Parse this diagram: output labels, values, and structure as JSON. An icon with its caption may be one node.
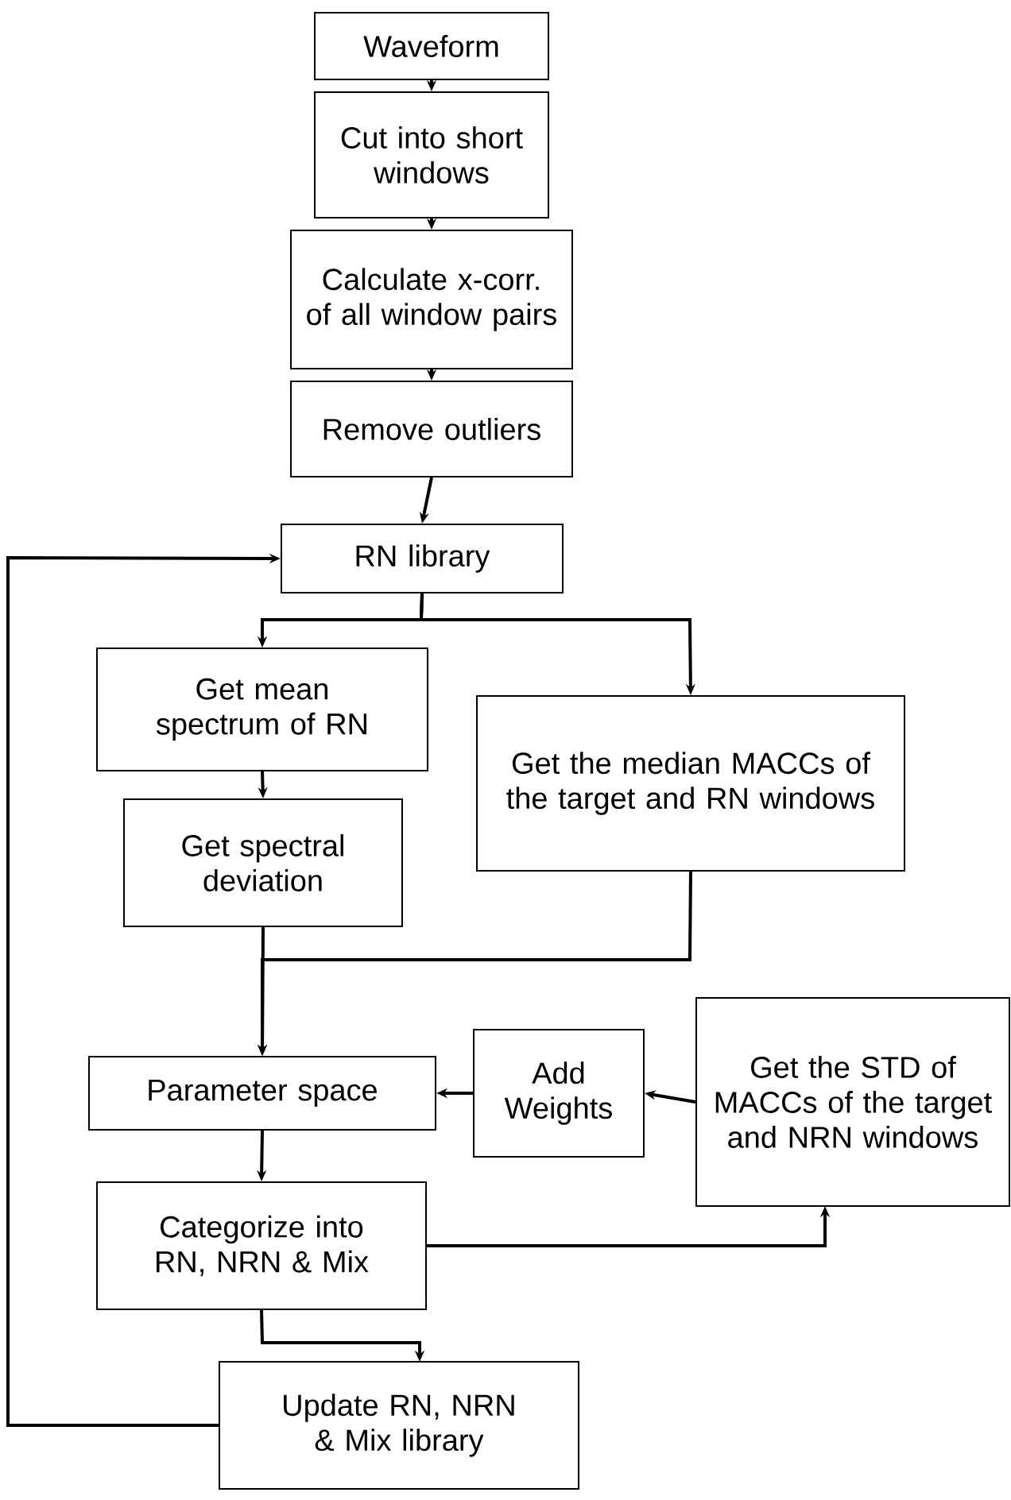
{
  "diagram": {
    "nodes": [
      {
        "text": [
          "Waveform"
        ]
      },
      {
        "text": [
          "Cut into short windows"
        ]
      },
      {
        "text": [
          "Calculate x-corr. of all window pairs"
        ]
      },
      {
        "text": [
          "Remove outliers"
        ]
      },
      {
        "text": [
          "RN library"
        ]
      },
      {
        "text": [
          "Get mean spectrum of RN"
        ]
      },
      {
        "text": [
          "Get spectral deviation"
        ]
      },
      {
        "text": [
          "Get the median MACCs of the target and RN windows"
        ]
      },
      {
        "text": [
          "Parameter space"
        ]
      },
      {
        "text": [
          "Add Weights"
        ]
      },
      {
        "text": [
          "Get the STD of MACCs of the target and NRN windows"
        ]
      },
      {
        "text": [
          "Categorize into RN, NRN & Mix"
        ]
      },
      {
        "text": [
          "Update RN, NRN & Mix library"
        ]
      }
    ],
    "edges": [
      {
        "from": 0,
        "to": 1,
        "arrow": "to"
      },
      {
        "from": 1,
        "to": 2,
        "arrow": "to"
      },
      {
        "from": 2,
        "to": 3,
        "arrow": "to"
      },
      {
        "from": 3,
        "to": 4,
        "arrow": "to"
      },
      {
        "from": 4,
        "to": 5,
        "arrow": "to"
      },
      {
        "from": 4,
        "to": 7,
        "arrow": "to"
      },
      {
        "from": 5,
        "to": 6,
        "arrow": "to"
      },
      {
        "from": 6,
        "to": 8,
        "arrow": "to"
      },
      {
        "from": 7,
        "to": 8,
        "arrow": "to"
      },
      {
        "from": 10,
        "to": 9,
        "arrow": "to"
      },
      {
        "from": 9,
        "to": 8,
        "arrow": "to"
      },
      {
        "from": 8,
        "to": 11,
        "arrow": "to"
      },
      {
        "from": 11,
        "to": 10,
        "arrow": "to"
      },
      {
        "from": 11,
        "to": 12,
        "arrow": "to"
      },
      {
        "from": 12,
        "to": 4,
        "arrow": "to"
      }
    ]
  }
}
